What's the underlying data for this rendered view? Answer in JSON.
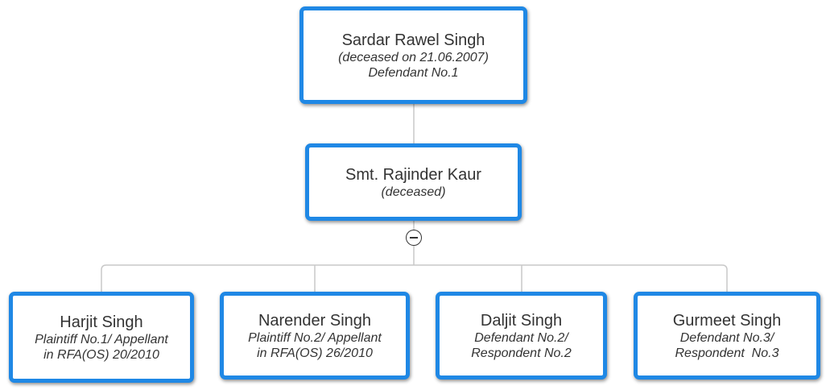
{
  "root": {
    "name": "Sardar Rawel Singh",
    "notes": [
      "(deceased on 21.06.2007)",
      "Defendant No.1"
    ]
  },
  "spouse": {
    "name": "Smt. Rajinder Kaur",
    "notes": [
      "(deceased)"
    ]
  },
  "collapse_toggle": {
    "state": "expanded",
    "icon": "minus-circle-icon"
  },
  "children": [
    {
      "name": "Harjit Singh",
      "notes": [
        "Plaintiff No.1/ Appellant",
        "in RFA(OS) 20/2010"
      ]
    },
    {
      "name": "Narender Singh",
      "notes": [
        "Plaintiff No.2/ Appellant",
        "in RFA(OS) 26/2010"
      ]
    },
    {
      "name": "Daljit Singh",
      "notes": [
        "Defendant No.2/",
        "Respondent No.2"
      ]
    },
    {
      "name": "Gurmeet Singh",
      "notes": [
        "Defendant No.3/",
        "Respondent  No.3"
      ]
    }
  ],
  "colors": {
    "node_border": "#1f88e5",
    "connector": "#c8c8c8",
    "text": "#333333"
  }
}
